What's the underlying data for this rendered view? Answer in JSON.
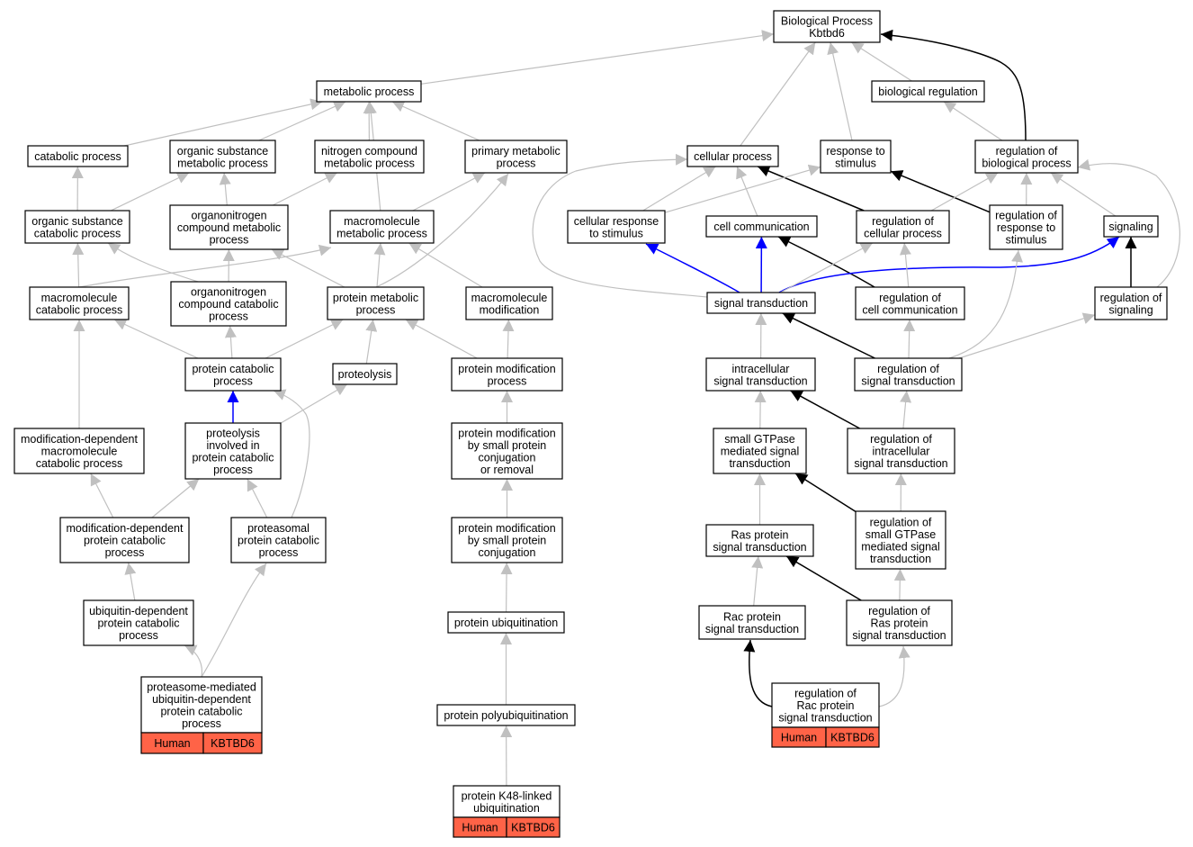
{
  "graph": {
    "colors": {
      "background": "#ffffff",
      "node_border": "#000000",
      "edge_is_a": "#c0c0c0",
      "edge_regulates": "#000000",
      "edge_part_of": "#0000ff",
      "annotation_tag": "#ff6347"
    },
    "nodes": [
      {
        "id": "bp",
        "lines": [
          "Biological Process",
          "Kbtbd6"
        ]
      },
      {
        "id": "metabolic",
        "lines": [
          "metabolic process"
        ]
      },
      {
        "id": "bioreg",
        "lines": [
          "biological regulation"
        ]
      },
      {
        "id": "catabolic",
        "lines": [
          "catabolic process"
        ]
      },
      {
        "id": "orgsub_met",
        "lines": [
          "organic substance",
          "metabolic process"
        ]
      },
      {
        "id": "nitrogen",
        "lines": [
          "nitrogen compound",
          "metabolic process"
        ]
      },
      {
        "id": "primary",
        "lines": [
          "primary metabolic",
          "process"
        ]
      },
      {
        "id": "cellular",
        "lines": [
          "cellular process"
        ]
      },
      {
        "id": "response",
        "lines": [
          "response to",
          "stimulus"
        ]
      },
      {
        "id": "reg_bio",
        "lines": [
          "regulation of",
          "biological process"
        ]
      },
      {
        "id": "orgsub_cat",
        "lines": [
          "organic substance",
          "catabolic process"
        ]
      },
      {
        "id": "orgN_met",
        "lines": [
          "organonitrogen",
          "compound metabolic",
          "process"
        ]
      },
      {
        "id": "macro_met",
        "lines": [
          "macromolecule",
          "metabolic process"
        ]
      },
      {
        "id": "cell_resp",
        "lines": [
          "cellular response",
          "to stimulus"
        ]
      },
      {
        "id": "cell_comm",
        "lines": [
          "cell communication"
        ]
      },
      {
        "id": "reg_cell",
        "lines": [
          "regulation of",
          "cellular process"
        ]
      },
      {
        "id": "reg_resp",
        "lines": [
          "regulation of",
          "response to",
          "stimulus"
        ]
      },
      {
        "id": "signaling",
        "lines": [
          "signaling"
        ]
      },
      {
        "id": "macro_cat",
        "lines": [
          "macromolecule",
          "catabolic process"
        ]
      },
      {
        "id": "orgN_cat",
        "lines": [
          "organonitrogen",
          "compound catabolic",
          "process"
        ]
      },
      {
        "id": "prot_met",
        "lines": [
          "protein metabolic",
          "process"
        ]
      },
      {
        "id": "macro_mod",
        "lines": [
          "macromolecule",
          "modification"
        ]
      },
      {
        "id": "sig_trans",
        "lines": [
          "signal transduction"
        ]
      },
      {
        "id": "reg_comm",
        "lines": [
          "regulation of",
          "cell communication"
        ]
      },
      {
        "id": "reg_sig",
        "lines": [
          "regulation of",
          "signaling"
        ]
      },
      {
        "id": "prot_cat",
        "lines": [
          "protein catabolic",
          "process"
        ]
      },
      {
        "id": "proteolysis",
        "lines": [
          "proteolysis"
        ]
      },
      {
        "id": "prot_mod",
        "lines": [
          "protein modification",
          "process"
        ]
      },
      {
        "id": "intra_sig",
        "lines": [
          "intracellular",
          "signal transduction"
        ]
      },
      {
        "id": "reg_sigtrans",
        "lines": [
          "regulation of",
          "signal transduction"
        ]
      },
      {
        "id": "moddep_macro",
        "lines": [
          "modification-dependent",
          "macromolecule",
          "catabolic process"
        ]
      },
      {
        "id": "prot_invol",
        "lines": [
          "proteolysis",
          "involved in",
          "protein catabolic",
          "process"
        ]
      },
      {
        "id": "pm_small",
        "lines": [
          "protein modification",
          "by small protein",
          "conjugation",
          "or removal"
        ]
      },
      {
        "id": "gtpase",
        "lines": [
          "small GTPase",
          "mediated signal",
          "transduction"
        ]
      },
      {
        "id": "reg_intra",
        "lines": [
          "regulation of",
          "intracellular",
          "signal transduction"
        ]
      },
      {
        "id": "moddep_prot",
        "lines": [
          "modification-dependent",
          "protein catabolic",
          "process"
        ]
      },
      {
        "id": "proteasomal",
        "lines": [
          "proteasomal",
          "protein catabolic",
          "process"
        ]
      },
      {
        "id": "pm_conj",
        "lines": [
          "protein modification",
          "by small protein",
          "conjugation"
        ]
      },
      {
        "id": "ras",
        "lines": [
          "Ras protein",
          "signal transduction"
        ]
      },
      {
        "id": "reg_gtpase",
        "lines": [
          "regulation of",
          "small GTPase",
          "mediated signal",
          "transduction"
        ]
      },
      {
        "id": "ubdep",
        "lines": [
          "ubiquitin-dependent",
          "protein catabolic",
          "process"
        ]
      },
      {
        "id": "ubiq",
        "lines": [
          "protein ubiquitination"
        ]
      },
      {
        "id": "rac",
        "lines": [
          "Rac protein",
          "signal transduction"
        ]
      },
      {
        "id": "reg_ras",
        "lines": [
          "regulation of",
          "Ras protein",
          "signal transduction"
        ]
      },
      {
        "id": "proteasome_med",
        "lines": [
          "proteasome-mediated",
          "ubiquitin-dependent",
          "protein catabolic",
          "process"
        ],
        "tags": [
          "Human",
          "KBTBD6"
        ]
      },
      {
        "id": "polyubiq",
        "lines": [
          "protein polyubiquitination"
        ]
      },
      {
        "id": "reg_rac",
        "lines": [
          "regulation of",
          "Rac protein",
          "signal transduction"
        ],
        "tags": [
          "Human",
          "KBTBD6"
        ]
      },
      {
        "id": "k48",
        "lines": [
          "protein K48-linked",
          "ubiquitination"
        ],
        "tags": [
          "Human",
          "KBTBD6"
        ]
      }
    ],
    "edges": [
      {
        "from": "metabolic",
        "to": "bp",
        "type": "is_a"
      },
      {
        "from": "cellular",
        "to": "bp",
        "type": "is_a"
      },
      {
        "from": "response",
        "to": "bp",
        "type": "is_a"
      },
      {
        "from": "bioreg",
        "to": "bp",
        "type": "is_a"
      },
      {
        "from": "reg_bio",
        "to": "bp",
        "type": "regulates"
      },
      {
        "from": "catabolic",
        "to": "metabolic",
        "type": "is_a"
      },
      {
        "from": "orgsub_met",
        "to": "metabolic",
        "type": "is_a"
      },
      {
        "from": "nitrogen",
        "to": "metabolic",
        "type": "is_a"
      },
      {
        "from": "primary",
        "to": "metabolic",
        "type": "is_a"
      },
      {
        "from": "macro_met",
        "to": "metabolic",
        "type": "is_a"
      },
      {
        "from": "reg_bio",
        "to": "bioreg",
        "type": "is_a"
      },
      {
        "from": "orgsub_cat",
        "to": "catabolic",
        "type": "is_a"
      },
      {
        "from": "orgsub_cat",
        "to": "orgsub_met",
        "type": "is_a"
      },
      {
        "from": "orgN_met",
        "to": "orgsub_met",
        "type": "is_a"
      },
      {
        "from": "orgN_met",
        "to": "nitrogen",
        "type": "is_a"
      },
      {
        "from": "macro_met",
        "to": "primary",
        "type": "is_a"
      },
      {
        "from": "cell_resp",
        "to": "cellular",
        "type": "is_a"
      },
      {
        "from": "cell_comm",
        "to": "cellular",
        "type": "is_a"
      },
      {
        "from": "reg_cell",
        "to": "cellular",
        "type": "regulates"
      },
      {
        "from": "sig_trans",
        "to": "cellular",
        "type": "is_a"
      },
      {
        "from": "cell_resp",
        "to": "response",
        "type": "is_a"
      },
      {
        "from": "reg_resp",
        "to": "response",
        "type": "regulates"
      },
      {
        "from": "reg_cell",
        "to": "reg_bio",
        "type": "is_a"
      },
      {
        "from": "reg_resp",
        "to": "reg_bio",
        "type": "is_a"
      },
      {
        "from": "signaling",
        "to": "reg_bio",
        "type": "is_a"
      },
      {
        "from": "reg_sig",
        "to": "reg_bio",
        "type": "is_a"
      },
      {
        "from": "macro_cat",
        "to": "orgsub_cat",
        "type": "is_a"
      },
      {
        "from": "orgN_cat",
        "to": "orgsub_cat",
        "type": "is_a"
      },
      {
        "from": "orgN_cat",
        "to": "orgN_met",
        "type": "is_a"
      },
      {
        "from": "prot_met",
        "to": "orgN_met",
        "type": "is_a"
      },
      {
        "from": "macro_cat",
        "to": "macro_met",
        "type": "is_a"
      },
      {
        "from": "prot_met",
        "to": "macro_met",
        "type": "is_a"
      },
      {
        "from": "macro_mod",
        "to": "macro_met",
        "type": "is_a"
      },
      {
        "from": "prot_met",
        "to": "primary",
        "type": "is_a"
      },
      {
        "from": "sig_trans",
        "to": "cell_resp",
        "type": "part_of"
      },
      {
        "from": "sig_trans",
        "to": "cell_comm",
        "type": "part_of"
      },
      {
        "from": "reg_comm",
        "to": "cell_comm",
        "type": "regulates"
      },
      {
        "from": "sig_trans",
        "to": "signaling",
        "type": "part_of"
      },
      {
        "from": "reg_comm",
        "to": "reg_cell",
        "type": "is_a"
      },
      {
        "from": "sig_trans",
        "to": "reg_cell",
        "type": "is_a"
      },
      {
        "from": "reg_sigtrans",
        "to": "reg_resp",
        "type": "is_a"
      },
      {
        "from": "reg_sig",
        "to": "signaling",
        "type": "regulates"
      },
      {
        "from": "prot_cat",
        "to": "macro_cat",
        "type": "is_a"
      },
      {
        "from": "prot_cat",
        "to": "orgN_cat",
        "type": "is_a"
      },
      {
        "from": "prot_cat",
        "to": "prot_met",
        "type": "is_a"
      },
      {
        "from": "proteolysis",
        "to": "prot_met",
        "type": "is_a"
      },
      {
        "from": "prot_mod",
        "to": "prot_met",
        "type": "is_a"
      },
      {
        "from": "prot_mod",
        "to": "macro_mod",
        "type": "is_a"
      },
      {
        "from": "intra_sig",
        "to": "sig_trans",
        "type": "is_a"
      },
      {
        "from": "reg_sigtrans",
        "to": "sig_trans",
        "type": "regulates"
      },
      {
        "from": "reg_sigtrans",
        "to": "reg_comm",
        "type": "is_a"
      },
      {
        "from": "reg_sigtrans",
        "to": "reg_sig",
        "type": "is_a"
      },
      {
        "from": "moddep_macro",
        "to": "macro_cat",
        "type": "is_a"
      },
      {
        "from": "prot_invol",
        "to": "prot_cat",
        "type": "part_of"
      },
      {
        "from": "prot_invol",
        "to": "proteolysis",
        "type": "is_a"
      },
      {
        "from": "proteasomal",
        "to": "prot_cat",
        "type": "is_a"
      },
      {
        "from": "pm_small",
        "to": "prot_mod",
        "type": "is_a"
      },
      {
        "from": "gtpase",
        "to": "intra_sig",
        "type": "is_a"
      },
      {
        "from": "reg_intra",
        "to": "intra_sig",
        "type": "regulates"
      },
      {
        "from": "reg_intra",
        "to": "reg_sigtrans",
        "type": "is_a"
      },
      {
        "from": "moddep_prot",
        "to": "moddep_macro",
        "type": "is_a"
      },
      {
        "from": "moddep_prot",
        "to": "prot_invol",
        "type": "is_a"
      },
      {
        "from": "proteasomal",
        "to": "prot_invol",
        "type": "is_a"
      },
      {
        "from": "pm_conj",
        "to": "pm_small",
        "type": "is_a"
      },
      {
        "from": "ras",
        "to": "gtpase",
        "type": "is_a"
      },
      {
        "from": "reg_gtpase",
        "to": "gtpase",
        "type": "regulates"
      },
      {
        "from": "reg_gtpase",
        "to": "reg_intra",
        "type": "is_a"
      },
      {
        "from": "ubdep",
        "to": "moddep_prot",
        "type": "is_a"
      },
      {
        "from": "ubiq",
        "to": "pm_conj",
        "type": "is_a"
      },
      {
        "from": "rac",
        "to": "ras",
        "type": "is_a"
      },
      {
        "from": "reg_ras",
        "to": "ras",
        "type": "regulates"
      },
      {
        "from": "reg_ras",
        "to": "reg_gtpase",
        "type": "is_a"
      },
      {
        "from": "proteasome_med",
        "to": "ubdep",
        "type": "is_a"
      },
      {
        "from": "proteasome_med",
        "to": "proteasomal",
        "type": "is_a"
      },
      {
        "from": "polyubiq",
        "to": "ubiq",
        "type": "is_a"
      },
      {
        "from": "k48",
        "to": "polyubiq",
        "type": "is_a"
      },
      {
        "from": "reg_rac",
        "to": "rac",
        "type": "regulates"
      },
      {
        "from": "reg_rac",
        "to": "reg_ras",
        "type": "is_a"
      }
    ]
  }
}
